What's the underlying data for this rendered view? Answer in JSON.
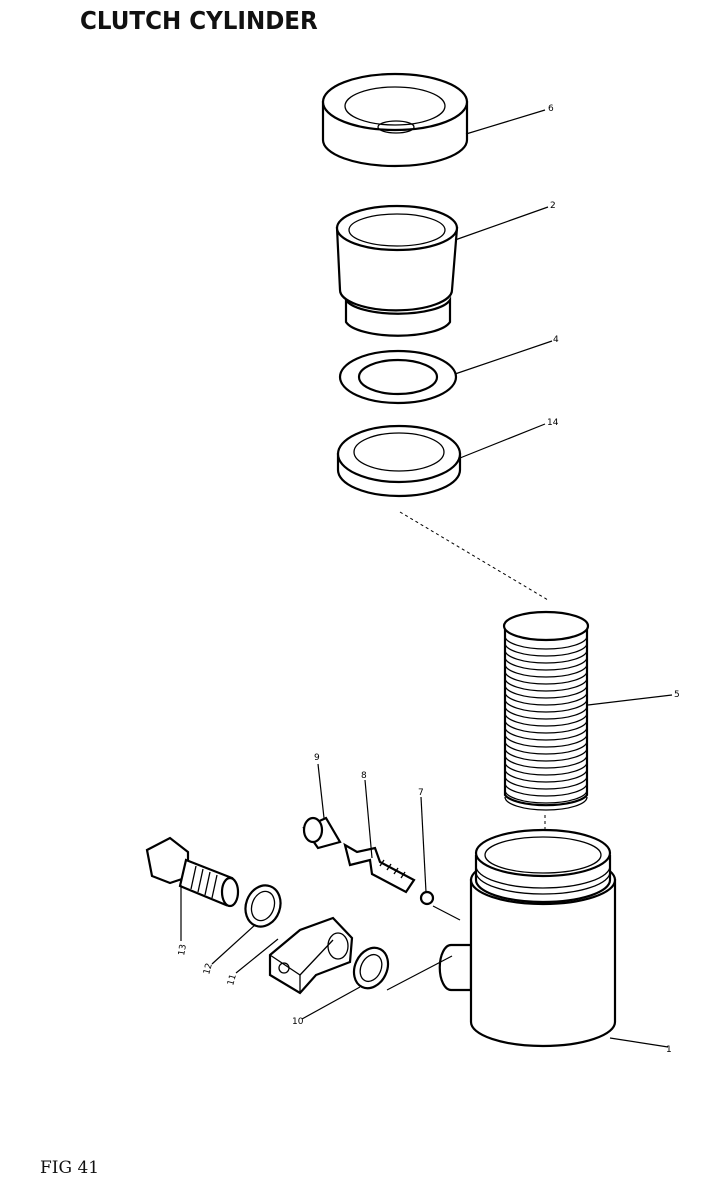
{
  "title": "CLUTCH CYLINDER",
  "figure_label": "FIG 41",
  "callouts": {
    "p1": "1",
    "p2": "2",
    "p4": "4",
    "p5": "5",
    "p6": "6",
    "p7": "7",
    "p8": "8",
    "p9": "9",
    "p10": "10",
    "p11": "11",
    "p12": "12",
    "p13": "13",
    "p14": "14"
  }
}
